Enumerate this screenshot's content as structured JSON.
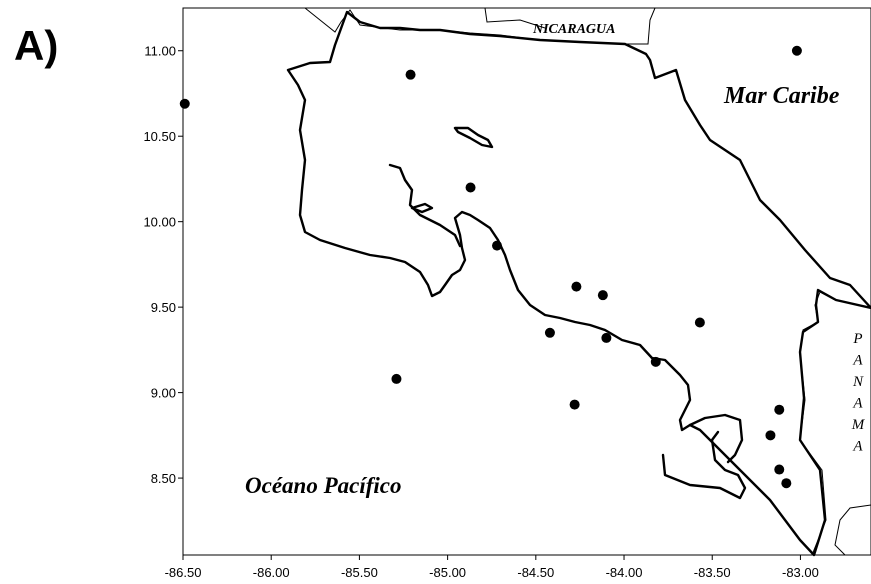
{
  "panel_label": "A)",
  "map": {
    "x_ticks": [
      "-86.50",
      "-86.00",
      "-85.50",
      "-85.00",
      "-84.50",
      "-84.00",
      "-83.50",
      "-83.00"
    ],
    "y_ticks": [
      "11.00",
      "10.50",
      "10.00",
      "9.50",
      "9.00",
      "8.50"
    ],
    "x_values": [
      -86.5,
      -86.0,
      -85.5,
      -85.0,
      -84.5,
      -84.0,
      -83.5,
      -83.0
    ],
    "y_values": [
      11.0,
      10.5,
      10.0,
      9.5,
      9.0,
      8.5
    ],
    "xlim": [
      -86.5,
      -82.6
    ],
    "ylim": [
      8.05,
      11.25
    ],
    "labels": {
      "nicaragua": "NICARAGUA",
      "caribbean": "Mar Caribe",
      "pacific": "Océano Pacífico",
      "panama": [
        "P",
        "A",
        "N",
        "A",
        "M",
        "A"
      ]
    },
    "stations": [
      {
        "lon": -86.49,
        "lat": 10.69
      },
      {
        "lon": -85.21,
        "lat": 10.86
      },
      {
        "lon": -83.02,
        "lat": 11.0
      },
      {
        "lon": -84.87,
        "lat": 10.2
      },
      {
        "lon": -84.72,
        "lat": 9.86
      },
      {
        "lon": -84.27,
        "lat": 9.62
      },
      {
        "lon": -84.12,
        "lat": 9.57
      },
      {
        "lon": -84.42,
        "lat": 9.35
      },
      {
        "lon": -84.1,
        "lat": 9.32
      },
      {
        "lon": -83.57,
        "lat": 9.41
      },
      {
        "lon": -83.82,
        "lat": 9.18
      },
      {
        "lon": -85.29,
        "lat": 9.08
      },
      {
        "lon": -84.28,
        "lat": 8.93
      },
      {
        "lon": -83.12,
        "lat": 8.9
      },
      {
        "lon": -83.17,
        "lat": 8.75
      },
      {
        "lon": -83.12,
        "lat": 8.55
      },
      {
        "lon": -83.08,
        "lat": 8.47
      }
    ]
  }
}
